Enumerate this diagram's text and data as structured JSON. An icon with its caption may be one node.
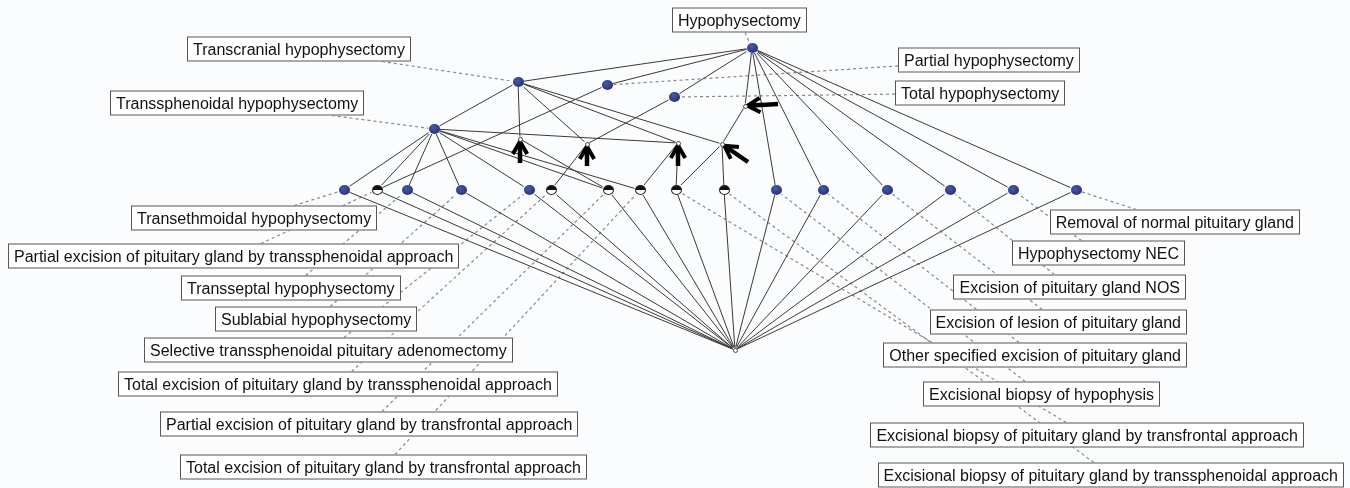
{
  "diagram": {
    "nodes": [
      {
        "text": [
          "Hypophysectomy"
        ]
      },
      {
        "text": [
          "Transcranial hypophysectomy"
        ]
      },
      {
        "text": [
          "Partial hypophysectomy"
        ]
      },
      {
        "text": [
          "Total hypophysectomy"
        ]
      },
      {
        "text": [
          "Transsphenoidal hypophysectomy"
        ]
      },
      {
        "text": [
          "Transethmoidal hypophysectomy"
        ]
      },
      {
        "text": [
          "Partial excision of pituitary gland by transsphenoidal approach"
        ]
      },
      {
        "text": [
          "Transseptal hypophysectomy"
        ]
      },
      {
        "text": [
          "Sublabial hypophysectomy"
        ]
      },
      {
        "text": [
          "Selective transsphenoidal pituitary adenomectomy"
        ]
      },
      {
        "text": [
          "Total excision of pituitary gland by transsphenoidal approach"
        ]
      },
      {
        "text": [
          "Partial excision of pituitary gland by transfrontal approach"
        ]
      },
      {
        "text": [
          "Total excision of pituitary gland by transfrontal approach"
        ]
      },
      {
        "text": [
          "Removal of normal pituitary gland"
        ]
      },
      {
        "text": [
          "Hypophysectomy NEC"
        ]
      },
      {
        "text": [
          "Excision of pituitary gland NOS"
        ]
      },
      {
        "text": [
          "Excision of lesion of pituitary gland"
        ]
      },
      {
        "text": [
          "Other specified excision of pituitary gland"
        ]
      },
      {
        "text": [
          "Excisional biopsy of hypophysis"
        ]
      },
      {
        "text": [
          "Excisional biopsy of pituitary gland by transfrontal approach"
        ]
      },
      {
        "text": [
          "Excisional biopsy of pituitary gland by transsphenoidal approach"
        ]
      },
      {
        "text": [],
        "shape": "circle"
      },
      {
        "text": [],
        "shape": "circle"
      },
      {
        "text": [],
        "shape": "circle"
      },
      {
        "text": [],
        "shape": "circle"
      },
      {
        "text": [],
        "shape": "circle"
      },
      {
        "text": [],
        "shape": "circle"
      },
      {
        "text": [],
        "shape": "circle"
      },
      {
        "text": [],
        "shape": "circle"
      },
      {
        "text": [],
        "shape": "circle"
      },
      {
        "text": [],
        "shape": "circle"
      },
      {
        "text": [],
        "shape": "circle"
      },
      {
        "text": [],
        "shape": "circle"
      },
      {
        "text": [],
        "shape": "circle"
      },
      {
        "text": [],
        "shape": "circle"
      },
      {
        "text": [],
        "shape": "circle"
      },
      {
        "text": [],
        "shape": "circle"
      },
      {
        "text": [],
        "shape": "circle"
      },
      {
        "text": [],
        "shape": "circle"
      },
      {
        "text": [],
        "shape": "circle"
      },
      {
        "text": [],
        "shape": "circle"
      },
      {
        "text": [],
        "shape": "circle"
      },
      {
        "text": [],
        "shape": "circle"
      },
      {
        "text": [],
        "shape": "circle"
      },
      {
        "text": [],
        "shape": "circle"
      },
      {
        "text": [],
        "shape": "circle"
      },
      {
        "text": [],
        "shape": "circle"
      },
      {
        "text": [],
        "shape": "circle"
      }
    ],
    "edges": [
      {
        "from": 0,
        "to": 21,
        "arrow": "none",
        "style": "dashed",
        "color": "#888888"
      },
      {
        "from": 1,
        "to": 22,
        "arrow": "none",
        "style": "dashed",
        "color": "#888888"
      },
      {
        "from": 2,
        "to": 23,
        "arrow": "none",
        "style": "dashed",
        "color": "#888888"
      },
      {
        "from": 3,
        "to": 24,
        "arrow": "none",
        "style": "dashed",
        "color": "#888888"
      },
      {
        "from": 4,
        "to": 26,
        "arrow": "none",
        "style": "dashed",
        "color": "#888888"
      },
      {
        "from": 5,
        "to": 31,
        "arrow": "none",
        "style": "dashed",
        "color": "#888888"
      },
      {
        "from": 6,
        "to": 32,
        "arrow": "none",
        "style": "dashed",
        "color": "#888888"
      },
      {
        "from": 7,
        "to": 33,
        "arrow": "none",
        "style": "dashed",
        "color": "#888888"
      },
      {
        "from": 8,
        "to": 34,
        "arrow": "none",
        "style": "dashed",
        "color": "#888888"
      },
      {
        "from": 9,
        "to": 35,
        "arrow": "none",
        "style": "dashed",
        "color": "#888888"
      },
      {
        "from": 10,
        "to": 36,
        "arrow": "none",
        "style": "dashed",
        "color": "#888888"
      },
      {
        "from": 11,
        "to": 37,
        "arrow": "none",
        "style": "dashed",
        "color": "#888888"
      },
      {
        "from": 12,
        "to": 38,
        "arrow": "none",
        "style": "dashed",
        "color": "#888888"
      },
      {
        "from": 13,
        "to": 46,
        "arrow": "none",
        "style": "dashed",
        "color": "#888888"
      },
      {
        "from": 14,
        "to": 45,
        "arrow": "none",
        "style": "dashed",
        "color": "#888888"
      },
      {
        "from": 15,
        "to": 44,
        "arrow": "none",
        "style": "dashed",
        "color": "#888888"
      },
      {
        "from": 16,
        "to": 43,
        "arrow": "none",
        "style": "dashed",
        "color": "#888888"
      },
      {
        "from": 17,
        "to": 42,
        "arrow": "none",
        "style": "dashed",
        "color": "#888888"
      },
      {
        "from": 18,
        "to": 41,
        "arrow": "none",
        "style": "dashed",
        "color": "#888888"
      },
      {
        "from": 19,
        "to": 39,
        "arrow": "none",
        "style": "dashed",
        "color": "#888888"
      },
      {
        "from": 20,
        "to": 40,
        "arrow": "none",
        "style": "dashed",
        "color": "#888888"
      },
      {
        "from": 21,
        "to": 22,
        "arrow": "none"
      },
      {
        "from": 21,
        "to": 23,
        "arrow": "none"
      },
      {
        "from": 21,
        "to": 24,
        "arrow": "none"
      },
      {
        "from": 21,
        "to": 25,
        "arrow": "none"
      },
      {
        "from": 21,
        "to": 41,
        "arrow": "none"
      },
      {
        "from": 21,
        "to": 42,
        "arrow": "none"
      },
      {
        "from": 21,
        "to": 43,
        "arrow": "none"
      },
      {
        "from": 21,
        "to": 44,
        "arrow": "none"
      },
      {
        "from": 21,
        "to": 45,
        "arrow": "none"
      },
      {
        "from": 21,
        "to": 46,
        "arrow": "none"
      },
      {
        "from": 22,
        "to": 26,
        "arrow": "none"
      },
      {
        "from": 22,
        "to": 27,
        "arrow": "none"
      },
      {
        "from": 22,
        "to": 28,
        "arrow": "none"
      },
      {
        "from": 22,
        "to": 29,
        "arrow": "none"
      },
      {
        "from": 22,
        "to": 30,
        "arrow": "none"
      },
      {
        "from": 23,
        "to": 32,
        "arrow": "none"
      },
      {
        "from": 24,
        "to": 28,
        "arrow": "none"
      },
      {
        "from": 25,
        "to": 30,
        "arrow": "none"
      },
      {
        "from": 26,
        "to": 31,
        "arrow": "none"
      },
      {
        "from": 26,
        "to": 32,
        "arrow": "none"
      },
      {
        "from": 26,
        "to": 33,
        "arrow": "none"
      },
      {
        "from": 26,
        "to": 34,
        "arrow": "none"
      },
      {
        "from": 26,
        "to": 35,
        "arrow": "none"
      },
      {
        "from": 26,
        "to": 37,
        "arrow": "none"
      },
      {
        "from": 26,
        "to": 38,
        "arrow": "none"
      },
      {
        "from": 26,
        "to": 29,
        "arrow": "none"
      },
      {
        "from": 27,
        "to": 37,
        "arrow": "none"
      },
      {
        "from": 28,
        "to": 36,
        "arrow": "none"
      },
      {
        "from": 29,
        "to": 38,
        "arrow": "none"
      },
      {
        "from": 29,
        "to": 39,
        "arrow": "none"
      },
      {
        "from": 30,
        "to": 40,
        "arrow": "none"
      },
      {
        "from": 30,
        "to": 39,
        "arrow": "none"
      },
      {
        "from": 31,
        "to": 47,
        "arrow": "none"
      },
      {
        "from": 32,
        "to": 47,
        "arrow": "none"
      },
      {
        "from": 33,
        "to": 47,
        "arrow": "none"
      },
      {
        "from": 34,
        "to": 47,
        "arrow": "none"
      },
      {
        "from": 35,
        "to": 47,
        "arrow": "none"
      },
      {
        "from": 36,
        "to": 47,
        "arrow": "none"
      },
      {
        "from": 37,
        "to": 47,
        "arrow": "none"
      },
      {
        "from": 38,
        "to": 47,
        "arrow": "none"
      },
      {
        "from": 39,
        "to": 47,
        "arrow": "none"
      },
      {
        "from": 40,
        "to": 47,
        "arrow": "none"
      },
      {
        "from": 41,
        "to": 47,
        "arrow": "none"
      },
      {
        "from": 42,
        "to": 47,
        "arrow": "none"
      },
      {
        "from": 43,
        "to": 47,
        "arrow": "none"
      },
      {
        "from": 44,
        "to": 47,
        "arrow": "none"
      },
      {
        "from": 45,
        "to": 47,
        "arrow": "none"
      },
      {
        "from": 46,
        "to": 47,
        "arrow": "none"
      },
      {
        "from": null,
        "to": 27,
        "arrow": "to",
        "style": "thick",
        "color": "#000000"
      },
      {
        "from": null,
        "to": 28,
        "arrow": "to",
        "style": "thick",
        "color": "#000000"
      },
      {
        "from": null,
        "to": 29,
        "arrow": "to",
        "style": "thick",
        "color": "#000000"
      },
      {
        "from": null,
        "to": 25,
        "arrow": "to",
        "style": "thick",
        "color": "#000000"
      },
      {
        "from": null,
        "to": 30,
        "arrow": "to",
        "style": "thick",
        "color": "#000000"
      }
    ]
  }
}
